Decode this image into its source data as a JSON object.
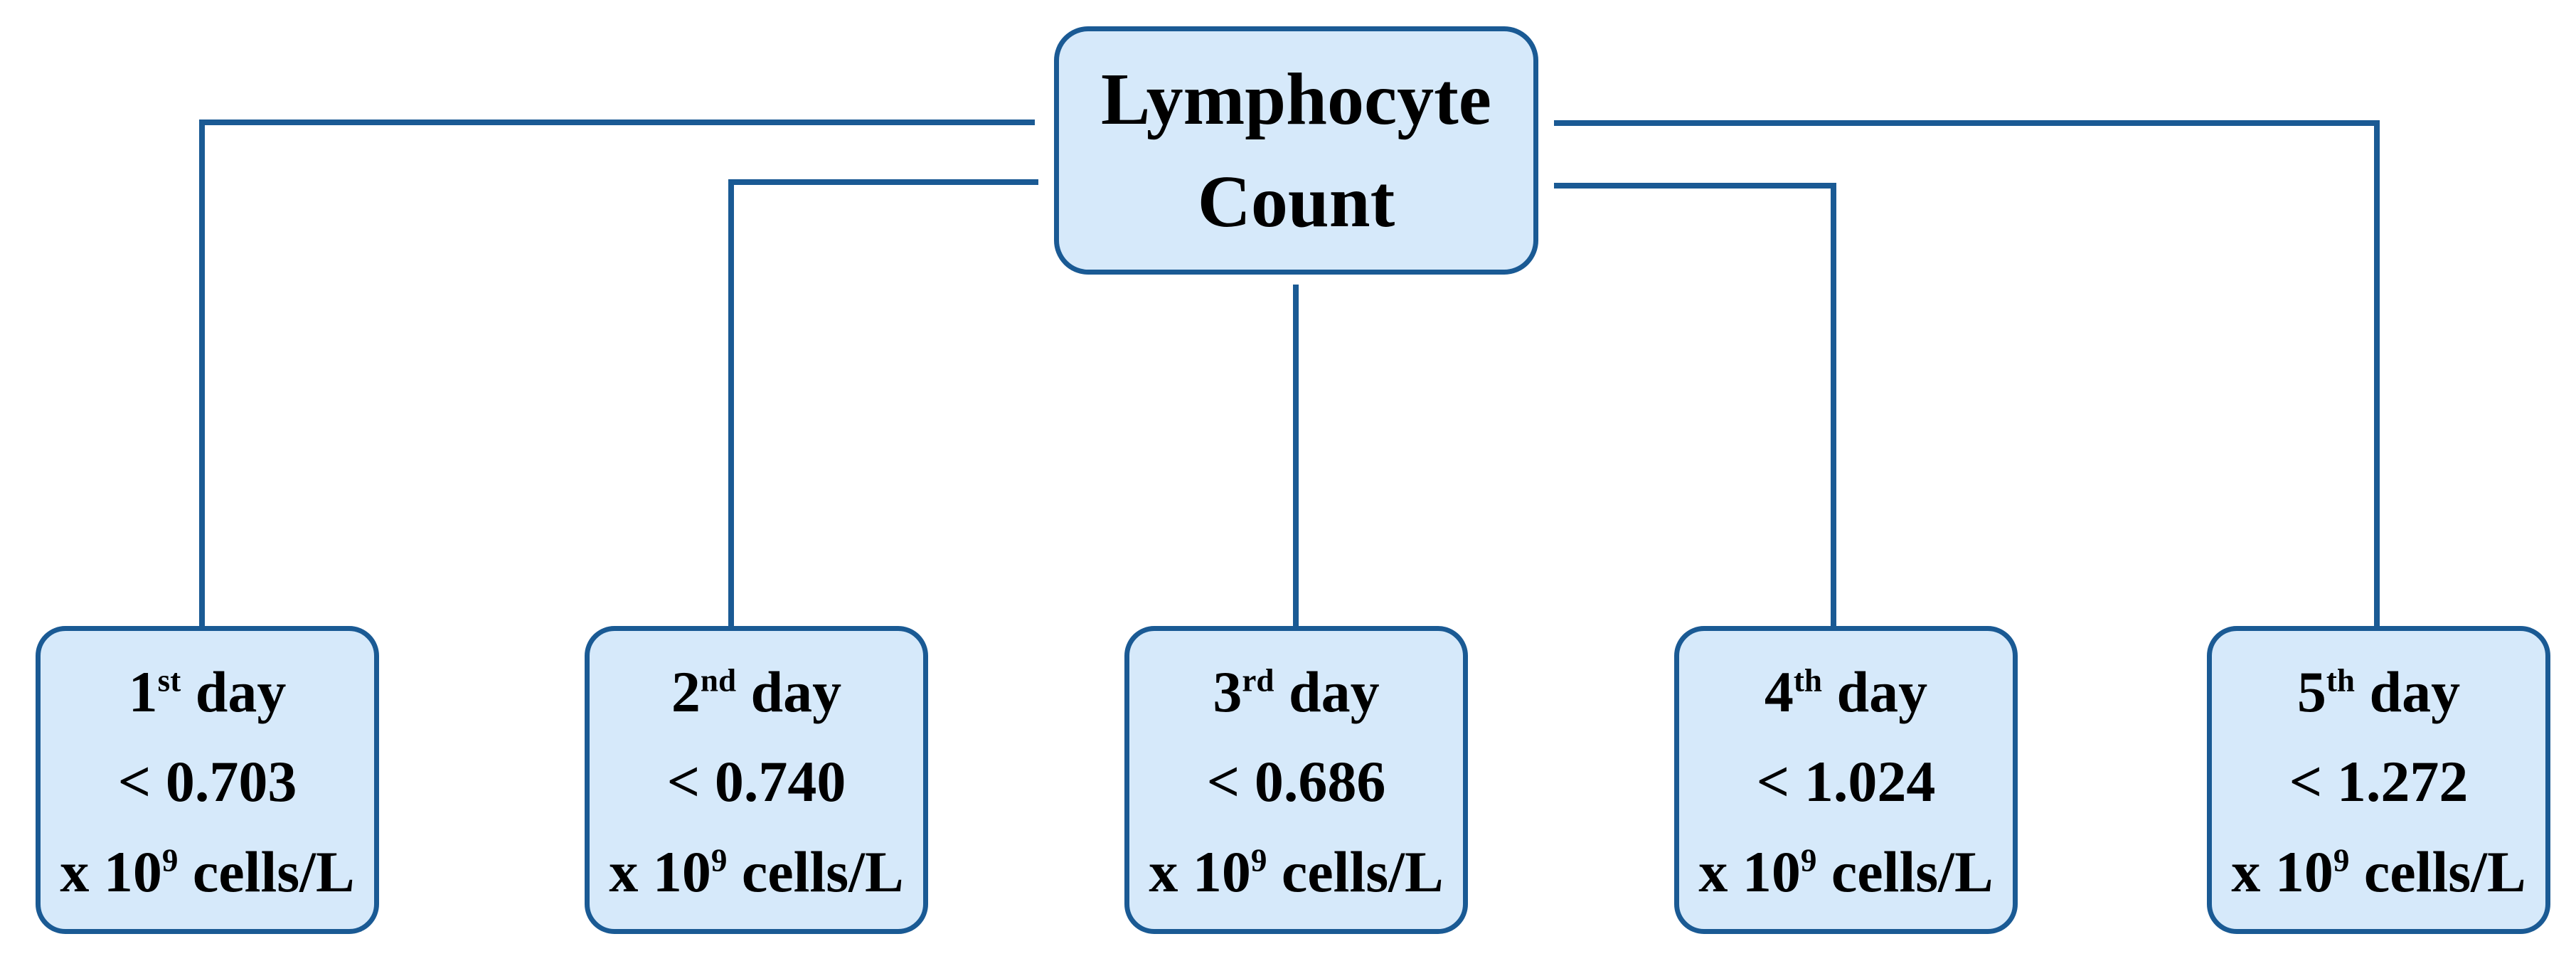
{
  "diagram": {
    "root": {
      "line1": "Lymphocyte",
      "line2": "Count"
    },
    "children": [
      {
        "ordinal": "1",
        "suffix": "st",
        "day_word": " day",
        "threshold": "< 0.703",
        "unit_prefix": "x 10",
        "unit_exponent": "9",
        "unit_suffix": " cells/L"
      },
      {
        "ordinal": "2",
        "suffix": "nd",
        "day_word": " day",
        "threshold": "< 0.740",
        "unit_prefix": "x 10",
        "unit_exponent": "9",
        "unit_suffix": " cells/L"
      },
      {
        "ordinal": "3",
        "suffix": "rd",
        "day_word": " day",
        "threshold": "< 0.686",
        "unit_prefix": "x 10",
        "unit_exponent": "9",
        "unit_suffix": " cells/L"
      },
      {
        "ordinal": "4",
        "suffix": "th",
        "day_word": " day",
        "threshold": "< 1.024",
        "unit_prefix": "x 10",
        "unit_exponent": "9",
        "unit_suffix": " cells/L"
      },
      {
        "ordinal": "5",
        "suffix": "th",
        "day_word": " day",
        "threshold": "< 1.272",
        "unit_prefix": "x 10",
        "unit_exponent": "9",
        "unit_suffix": " cells/L"
      }
    ]
  },
  "colors": {
    "node_fill": "#d6e9fa",
    "node_border": "#1a5a94",
    "connector": "#1a5a94",
    "text": "#000000"
  }
}
